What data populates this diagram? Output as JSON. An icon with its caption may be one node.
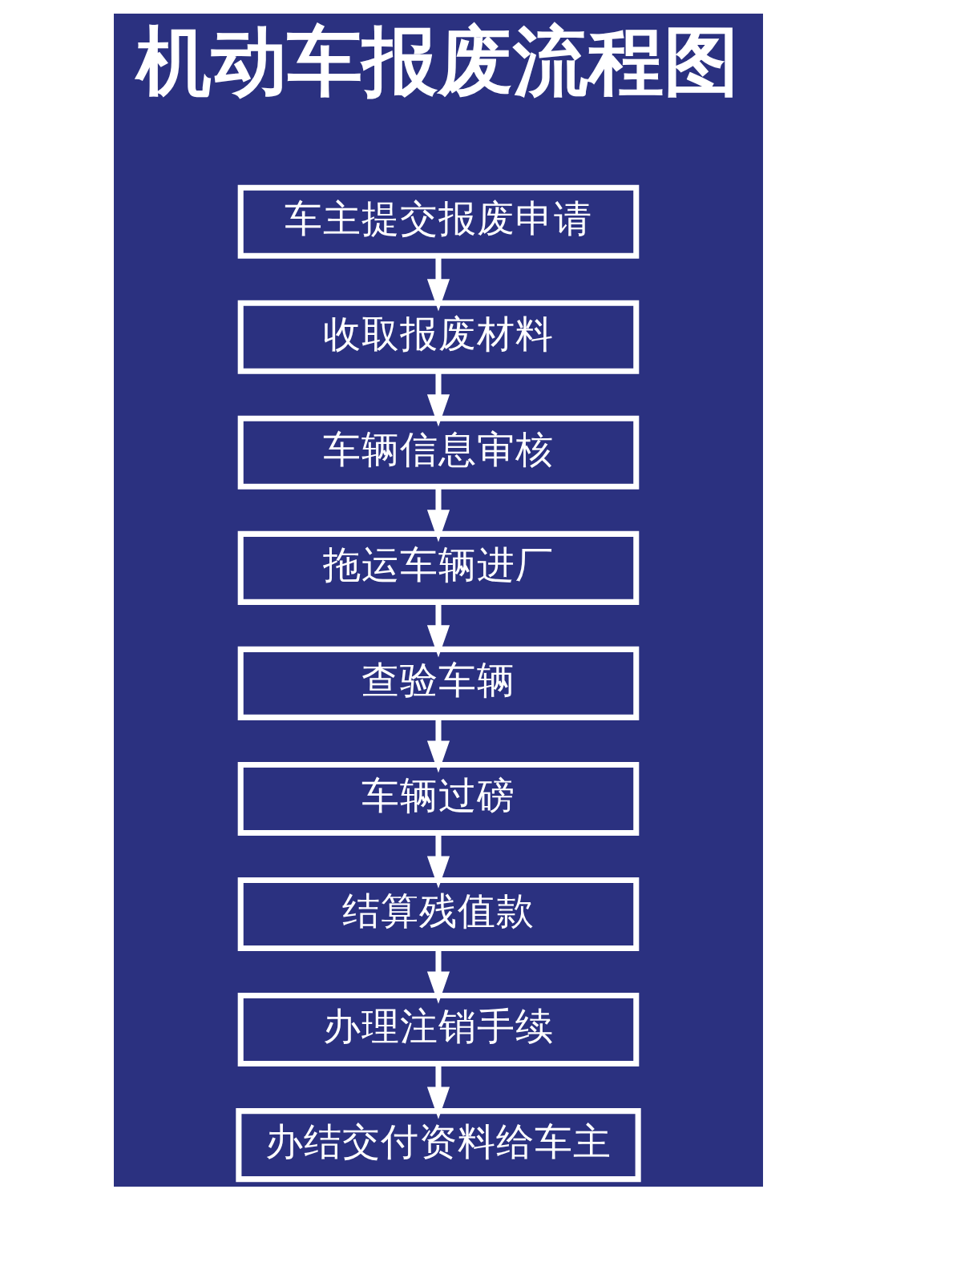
{
  "diagram": {
    "title": "机动车报废流程图",
    "nodes": [
      {
        "text": [
          "车主提交报废申请"
        ]
      },
      {
        "text": [
          "收取报废材料"
        ]
      },
      {
        "text": [
          "车辆信息审核"
        ]
      },
      {
        "text": [
          "拖运车辆进厂"
        ]
      },
      {
        "text": [
          "查验车辆"
        ]
      },
      {
        "text": [
          "车辆过磅"
        ]
      },
      {
        "text": [
          "结算残值款"
        ]
      },
      {
        "text": [
          "办理注销手续"
        ]
      },
      {
        "text": [
          "办结交付资料给车主"
        ]
      }
    ],
    "edges": [
      {
        "from": 0,
        "to": 1,
        "arrow": "to"
      },
      {
        "from": 1,
        "to": 2,
        "arrow": "to"
      },
      {
        "from": 2,
        "to": 3,
        "arrow": "to"
      },
      {
        "from": 3,
        "to": 4,
        "arrow": "to"
      },
      {
        "from": 4,
        "to": 5,
        "arrow": "to"
      },
      {
        "from": 5,
        "to": 6,
        "arrow": "to"
      },
      {
        "from": 6,
        "to": 7,
        "arrow": "to"
      },
      {
        "from": 7,
        "to": 8,
        "arrow": "to"
      }
    ]
  }
}
